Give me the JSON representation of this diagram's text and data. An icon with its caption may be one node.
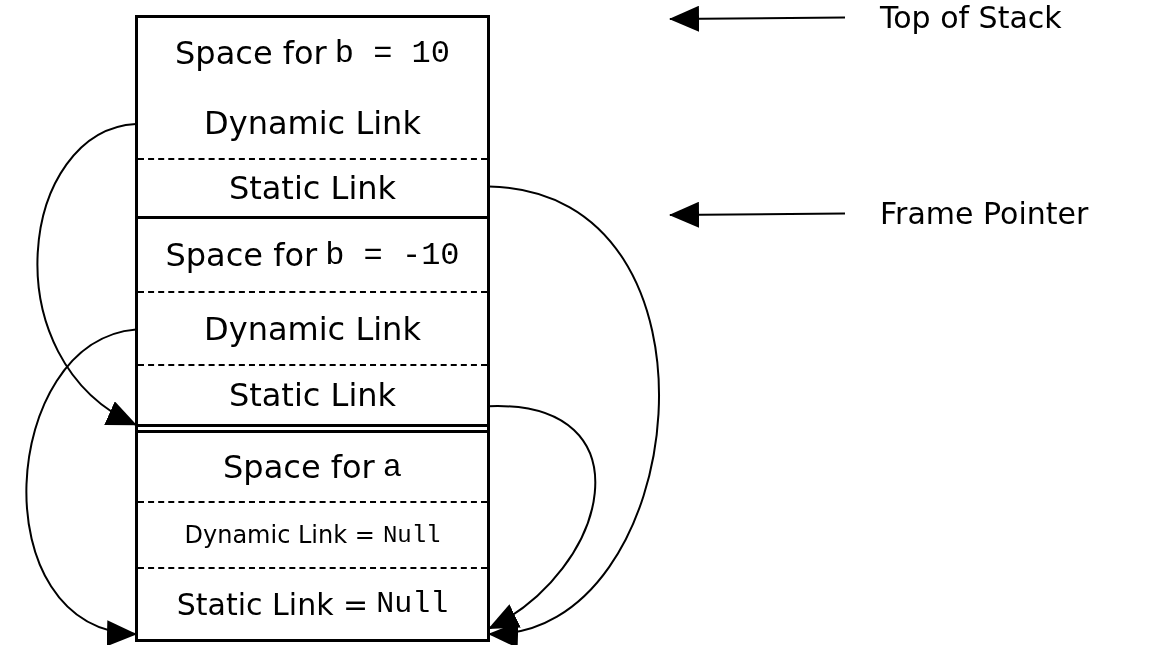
{
  "diagram": {
    "nodes": [
      {
        "text": [
          "Space for",
          "b = 10"
        ]
      },
      {
        "text": [
          "Dynamic Link"
        ]
      },
      {
        "text": [
          "Static Link"
        ]
      },
      {
        "text": [
          "Space for",
          "b = -10"
        ]
      },
      {
        "text": [
          "Dynamic Link"
        ]
      },
      {
        "text": [
          "Static Link"
        ]
      },
      {
        "text": [
          "Space for",
          "a"
        ]
      },
      {
        "text": [
          "Dynamic Link =",
          "Null"
        ]
      },
      {
        "text": [
          "Static Link =",
          "Null"
        ]
      },
      {
        "text": [
          "Top of Stack"
        ]
      },
      {
        "text": [
          "Frame Pointer"
        ]
      }
    ],
    "edges": [
      {
        "from": 1,
        "to": 5,
        "arrow": "to"
      },
      {
        "from": 2,
        "to": 8,
        "arrow": "to"
      },
      {
        "from": 4,
        "to": 8,
        "arrow": "to"
      },
      {
        "from": 5,
        "to": 8,
        "arrow": "to"
      },
      {
        "from": 9,
        "to": null,
        "arrow": "to"
      },
      {
        "from": 10,
        "to": null,
        "arrow": "to"
      }
    ]
  }
}
